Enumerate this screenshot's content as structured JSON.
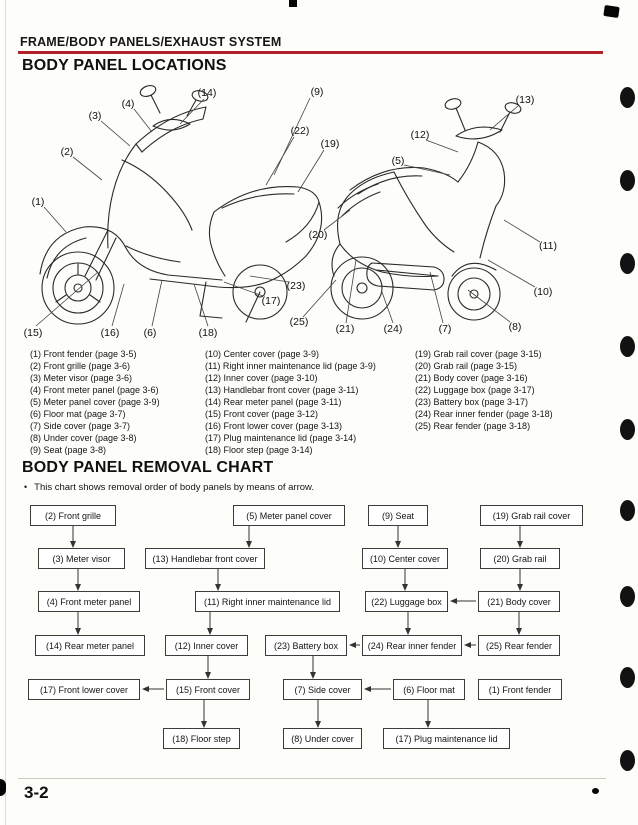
{
  "page": {
    "header": "FRAME/BODY PANELS/EXHAUST SYSTEM",
    "page_number": "3-2",
    "accent_color": "#b3202c"
  },
  "locations": {
    "title": "BODY PANEL LOCATIONS",
    "legend_col1": [
      "(1) Front fender (page 3-5)",
      "(2) Front grille (page 3-6)",
      "(3) Meter visor (page 3-6)",
      "(4) Front meter panel (page 3-6)",
      "(5) Meter panel cover (page 3-9)",
      "(6) Floor mat (page 3-7)",
      "(7) Side cover (page 3-7)",
      "(8) Under cover (page 3-8)",
      "(9) Seat (page 3-8)"
    ],
    "legend_col2": [
      "(10) Center cover (page 3-9)",
      "(11) Right inner maintenance lid (page 3-9)",
      "(12) Inner cover (page 3-10)",
      "(13) Handlebar front cover (page 3-11)",
      "(14) Rear meter panel (page 3-11)",
      "(15) Front cover (page 3-12)",
      "(16) Front lower cover (page 3-13)",
      "(17) Plug maintenance lid (page 3-14)",
      "(18) Floor step (page 3-14)"
    ],
    "legend_col3": [
      "(19) Grab rail cover (page 3-15)",
      "(20) Grab rail (page 3-15)",
      "(21) Body cover (page 3-16)",
      "(22) Luggage box (page 3-17)",
      "(23) Battery box (page 3-17)",
      "(24) Rear inner fender (page 3-18)",
      "(25) Rear fender (page 3-18)"
    ],
    "callouts_left": [
      "(1)",
      "(2)",
      "(3)",
      "(4)",
      "(14)",
      "(9)",
      "(22)",
      "(19)",
      "(23)",
      "(17)",
      "(15)",
      "(16)",
      "(6)",
      "(18)"
    ],
    "callouts_right": [
      "(13)",
      "(12)",
      "(5)",
      "(20)",
      "(11)",
      "(10)",
      "(25)",
      "(21)",
      "(24)",
      "(7)",
      "(8)"
    ]
  },
  "removal_chart": {
    "title": "BODY PANEL REMOVAL CHART",
    "note": "This chart shows removal order of body panels by means of arrow.",
    "boxes": [
      "(2) Front grille",
      "(5) Meter panel cover",
      "(9) Seat",
      "(19) Grab rail cover",
      "(3) Meter visor",
      "(13) Handlebar front cover",
      "(10) Center cover",
      "(20) Grab rail",
      "(4) Front meter panel",
      "(11) Right inner maintenance lid",
      "(22) Luggage box",
      "(21) Body cover",
      "(14) Rear meter panel",
      "(12) Inner cover",
      "(23) Battery box",
      "(24) Rear inner fender",
      "(25) Rear fender",
      "(17) Front lower cover",
      "(15) Front cover",
      "(7) Side cover",
      "(6) Floor mat",
      "(1) Front fender",
      "(18) Floor step",
      "(8) Under cover",
      "(17) Plug maintenance lid"
    ]
  }
}
